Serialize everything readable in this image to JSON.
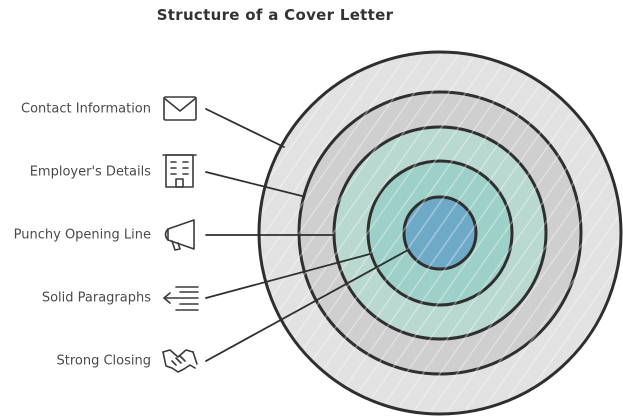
{
  "title": "Structure of a Cover Letter",
  "layers": [
    {
      "label": "Contact Information",
      "icon": "envelope-icon",
      "fill": "#e2e2e2"
    },
    {
      "label": "Employer's Details",
      "icon": "building-icon",
      "fill": "#cfcfcf"
    },
    {
      "label": "Punchy Opening Line",
      "icon": "megaphone-icon",
      "fill": "#b9d8cf"
    },
    {
      "label": "Solid Paragraphs",
      "icon": "paragraph-lines-icon",
      "fill": "#9cd0c8"
    },
    {
      "label": "Strong Closing",
      "icon": "handshake-icon",
      "fill": "#6fa9c8"
    }
  ]
}
